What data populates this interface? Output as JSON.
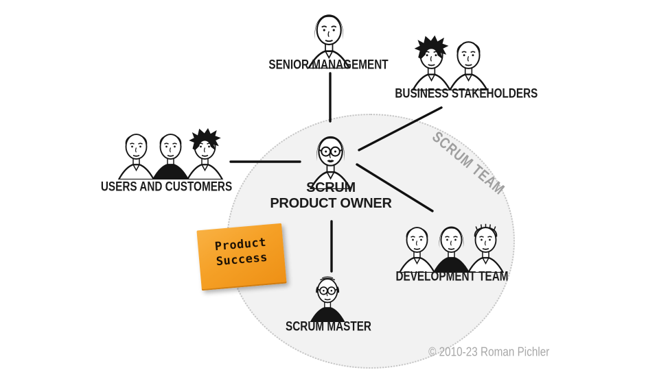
{
  "diagram": {
    "team_label": "SCRUM TEAM",
    "copyright": "© 2010-23 Roman Pichler",
    "sticky_note": {
      "line1": "Product",
      "line2": "Success"
    },
    "nodes": {
      "senior_management": {
        "label": "SENIOR MANAGEMENT"
      },
      "business_stakeholders": {
        "label": "BUSINESS STAKEHOLDERS"
      },
      "users_and_customers": {
        "label": "USERS AND CUSTOMERS"
      },
      "scrum_product_owner": {
        "label_line1": "SCRUM",
        "label_line2": "PRODUCT OWNER"
      },
      "development_team": {
        "label": "DEVELOPMENT TEAM"
      },
      "scrum_master": {
        "label": "SCRUM MASTER"
      }
    },
    "colors": {
      "line": "#111111",
      "circle_fill": "#f2f2f2",
      "circle_border": "#c4c4c4",
      "sticky_top": "#f9b143",
      "sticky_bottom": "#ee9015",
      "muted_text": "#9e9e9e"
    }
  }
}
